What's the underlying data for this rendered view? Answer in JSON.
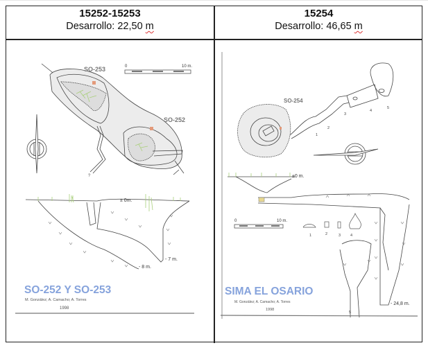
{
  "columns": [
    {
      "id": "15252-15253",
      "desarrollo_label": "Desarrollo: 22,50 ",
      "desarrollo_unit": "m",
      "survey": {
        "labels": {
          "cave_a": "SO-253",
          "cave_b": "SO-252",
          "unknown_mark": "?"
        },
        "scale": {
          "start": "0",
          "end": "10 m."
        },
        "profile_labels": {
          "surface": "± 0m.",
          "depth_a": "- 7 m.",
          "depth_b": "- 8 m."
        },
        "title": "SO-252 Y SO-253",
        "authors": "M. González; A. Camacho; A. Torres",
        "year": "1998"
      }
    },
    {
      "id": "15254",
      "desarrollo_label": "Desarrollo: 46,65 ",
      "desarrollo_unit": "m",
      "survey": {
        "labels": {
          "cave": "SO-254"
        },
        "plan_stations": [
          "1",
          "2",
          "3",
          "4",
          "5"
        ],
        "scale": {
          "start": "0",
          "end": "10 m."
        },
        "section_labels": [
          "1",
          "2",
          "3",
          "4",
          "5"
        ],
        "profile_labels": {
          "surface": "±0 m.",
          "depth": "- 24,8 m."
        },
        "title": "SIMA EL OSARIO",
        "authors": "M. González; A. Camacho; A. Torres",
        "year": "1998"
      }
    }
  ],
  "colors": {
    "title_blue": "#86a3dc",
    "vegetation": "#a9cf7a",
    "marker": "#e39a7a",
    "fill_gray": "#ececec"
  }
}
